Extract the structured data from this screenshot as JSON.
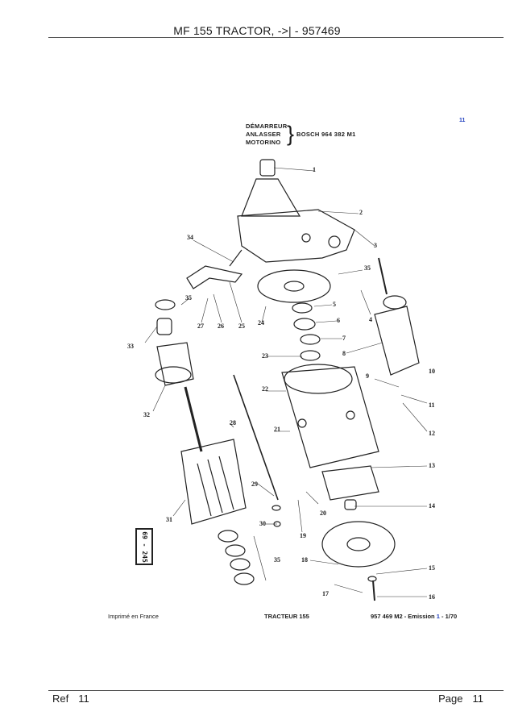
{
  "header": {
    "title": "MF 155 TRACTOR, ->| - 957469"
  },
  "corner_number": "11",
  "caption": {
    "lines": [
      "DÉMARREUR",
      "ANLASSER",
      "MOTORINO"
    ],
    "spec": "BOSCH  964 382 M1"
  },
  "stamp": "69 - 245",
  "callouts": [
    "1",
    "2",
    "3",
    "34",
    "35",
    "4",
    "5",
    "6",
    "7",
    "8",
    "9",
    "10",
    "11",
    "12",
    "13",
    "14",
    "15",
    "16",
    "17",
    "18",
    "19",
    "20",
    "21",
    "22",
    "23",
    "24",
    "25",
    "26",
    "27",
    "28",
    "29",
    "30",
    "31",
    "32",
    "33",
    "35",
    "35"
  ],
  "bottom": {
    "printed": "Imprimé en France",
    "model": "TRACTEUR  155",
    "ref_prefix": "957 469 M2  -  Emission",
    "emission_number": "1",
    "ref_suffix": "-  1/70"
  },
  "footer": {
    "ref_label": "Ref",
    "ref_value": "11",
    "page_label": "Page",
    "page_value": "11"
  }
}
